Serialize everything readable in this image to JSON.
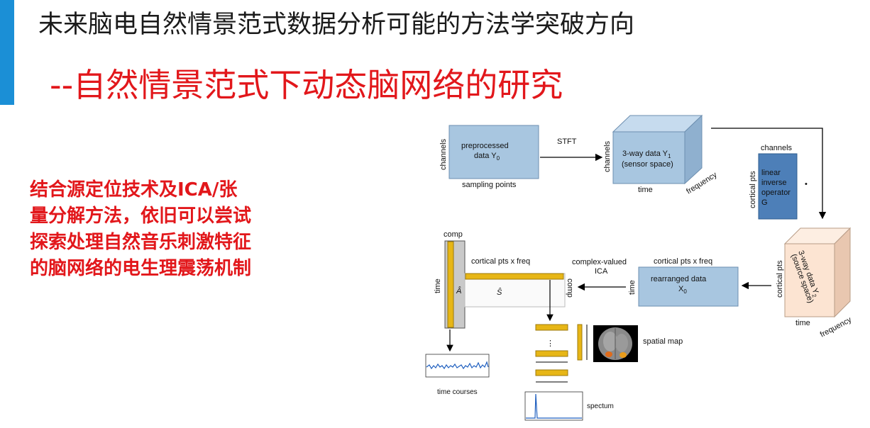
{
  "header": {
    "title": "未来脑电自然情景范式数据分析可能的方法学突破方向",
    "subtitle": "--自然情景范式下动态脑网络的研究"
  },
  "side_text": {
    "lines": [
      "结合源定位技术及ICA/张",
      "量分解方法，依旧可以尝试",
      "探索处理自然音乐刺激特征",
      "的脑网络的电生理震荡机制"
    ]
  },
  "diagram": {
    "preprocessed": {
      "text1": "preprocessed",
      "text2": "data Y",
      "sub": "0",
      "ylabel": "channels",
      "xlabel": "sampling points"
    },
    "stft": "STFT",
    "sensor": {
      "text1": "3-way data Y",
      "sub": "1",
      "text2": "(sensor space)",
      "ylabel": "channels",
      "xlabel": "time",
      "zlabel": "frequency"
    },
    "operator": {
      "top": "channels",
      "side": "cortical pts",
      "lines": [
        "linear",
        "inverse",
        "operator",
        "G"
      ],
      "dot": "•"
    },
    "source": {
      "text1": "3-way data Y",
      "sub": "2",
      "text2": "(source space)",
      "ylabel": "cortical pts",
      "xlabel": "time",
      "zlabel": "frequency"
    },
    "rearranged": {
      "text1": "rearranged data",
      "text2": "X",
      "sub": "0",
      "ylabel": "time",
      "top": "cortical pts x freq"
    },
    "ica": {
      "line1": "complex-valued",
      "line2": "ICA"
    },
    "components": {
      "comp_top": "comp",
      "time_label": "time",
      "a_hat": "Â",
      "s_hat": "Ŝ",
      "comp_side": "comp",
      "top": "cortical pts x freq"
    },
    "outputs": {
      "spatial_map": "spatial map",
      "time_courses": "time courses",
      "spectrum": "spectum",
      "dots": "⋮"
    },
    "colors": {
      "blue": "#a8c6e0",
      "blue_border": "#6d8fb0",
      "orange_box": "#fce4d2",
      "operator_blue": "#4d7fb8",
      "gold": "#e7b616",
      "gold_border": "#9c7a0c"
    }
  }
}
